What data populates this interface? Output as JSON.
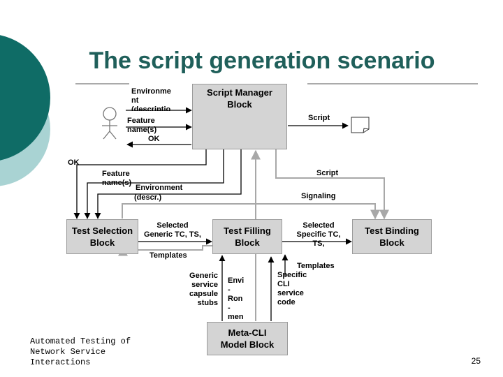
{
  "slide": {
    "title": "The script generation scenario",
    "footer_lines": [
      "Automated Testing of",
      "Network Service",
      "Interactions"
    ],
    "page_number": "25"
  },
  "blocks": {
    "script_manager": [
      "Script Manager",
      "Block"
    ],
    "test_selection": [
      "Test Selection",
      "Block"
    ],
    "test_filling": [
      "Test Filling",
      "Block"
    ],
    "test_binding": [
      "Test Binding",
      "Block"
    ],
    "meta_cli": [
      "Meta-CLI",
      "Model Block"
    ]
  },
  "labels": {
    "env_descr_top": [
      "Environme",
      "nt",
      "(descriptio"
    ],
    "feature_names_top": [
      "Feature",
      "name(s)"
    ],
    "ok_top": "OK",
    "script_top": "Script",
    "ok_left": "OK",
    "feature_names_mid": [
      "Feature",
      "name(s)"
    ],
    "environment_mid": "Environment",
    "descr_mid": "(descr.)",
    "script_right": "Script",
    "signaling": "Signaling",
    "selected_generic": [
      "Selected",
      "Generic TC, TS,"
    ],
    "templates_left": "Templates",
    "selected_specific": [
      "Selected",
      "Specific TC,",
      "TS,"
    ],
    "templates_specific": [
      "Templates",
      "Specific",
      "CLI",
      "service",
      "code"
    ],
    "generic_service": [
      "Generic",
      "service",
      "capsule",
      "stubs"
    ],
    "envi_ron": [
      "Envi",
      "-",
      "Ron",
      "-",
      "men"
    ]
  },
  "colors": {
    "title": "#1f5f5a",
    "teal_dark": "#0f6c66",
    "teal_light": "#a9d3d3",
    "block_fill": "#d4d4d4",
    "arrow_gray": "#a8a8a8",
    "arrow_black": "#000000"
  }
}
